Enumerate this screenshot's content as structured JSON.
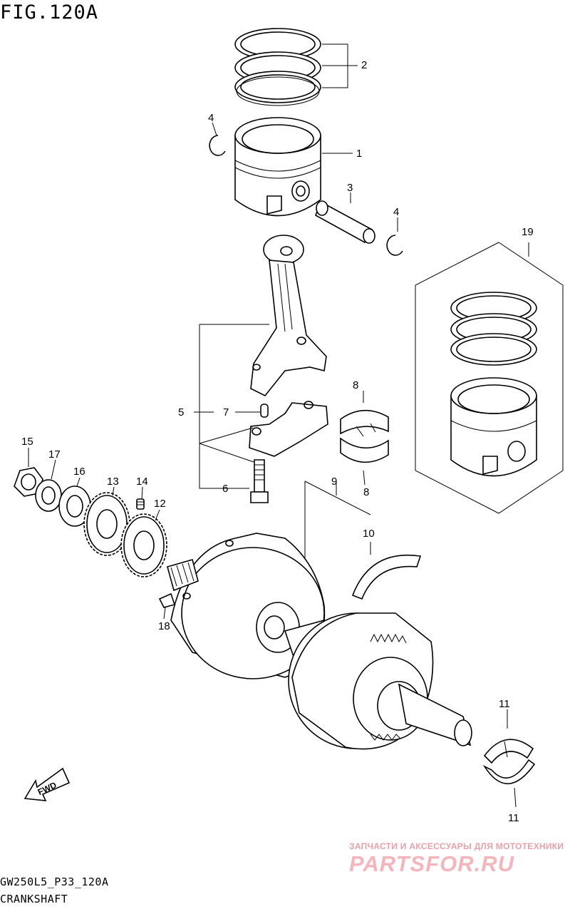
{
  "figure_title": "FIG.120A",
  "footer": {
    "code": "GW250L5_P33_120A",
    "name": "CRANKSHAFT"
  },
  "fwd_label": "FWD",
  "watermark": {
    "tagline": "ЗАПЧАСТИ И АКСЕССУАРЫ ДЛЯ МОТОТЕХНИКИ",
    "brand": "PARTSFOR.RU"
  },
  "callouts": {
    "c1": "1",
    "c2": "2",
    "c3": "3",
    "c4a": "4",
    "c4b": "4",
    "c5": "5",
    "c6": "6",
    "c7": "7",
    "c8a": "8",
    "c8b": "8",
    "c9": "9",
    "c10": "10",
    "c11a": "11",
    "c11b": "11",
    "c12": "12",
    "c13": "13",
    "c14": "14",
    "c15": "15",
    "c16": "16",
    "c17": "17",
    "c18": "18",
    "c19": "19"
  },
  "colors": {
    "line": "#000000",
    "background": "#ffffff",
    "watermark": "#f4b6bd"
  }
}
